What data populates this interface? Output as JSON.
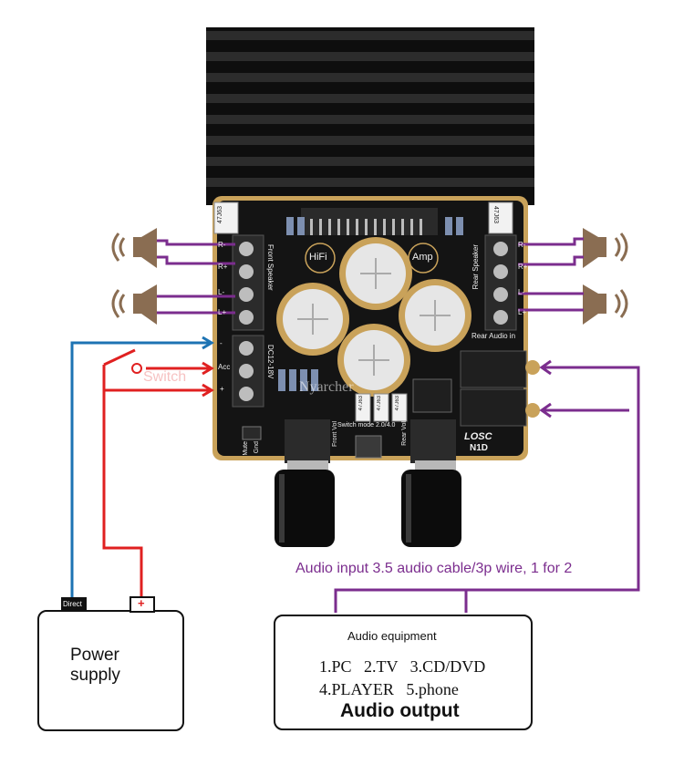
{
  "board": {
    "labels": {
      "hifi": "HiFi",
      "amp": "Amp",
      "front_speaker": "Front Speaker",
      "rear_speaker": "Rear Speaker",
      "rear_audio_in": "Rear Audio in",
      "dc_input": "DC12-18V",
      "front_vol": "Front Vol",
      "rear_vol": "Rear Vol",
      "mode": "Switch mode 2.0/4.0",
      "mute": "Mute",
      "gnd": "Gnd",
      "brand": "LOSC",
      "model": "N1D",
      "cap_code": "47J63",
      "r_minus": "R-",
      "r_plus": "R+",
      "l_minus": "L-",
      "l_plus": "L+",
      "minus": "-",
      "acc": "Acc",
      "plus": "+"
    },
    "watermark": "Nyarcher"
  },
  "switch_label": "Switch",
  "audio_input_label": "Audio input 3.5 audio cable/3p wire, 1 for 2",
  "power_supply": {
    "label_line1": "Power",
    "label_line2": "supply",
    "terminal_minus": "Direct",
    "terminal_plus": "+"
  },
  "audio_equipment": {
    "title": "Audio equipment",
    "line1": "1.PC   2.TV   3.CD/DVD",
    "line2": "4.PLAYER   5.phone",
    "output": "Audio output"
  },
  "colors": {
    "purple": "#7b2d8e",
    "blue": "#1d73b3",
    "red": "#e02020",
    "board": "#141414",
    "gold": "#c9a25a",
    "speaker": "#8a6d52",
    "heatsink": "#111111"
  }
}
